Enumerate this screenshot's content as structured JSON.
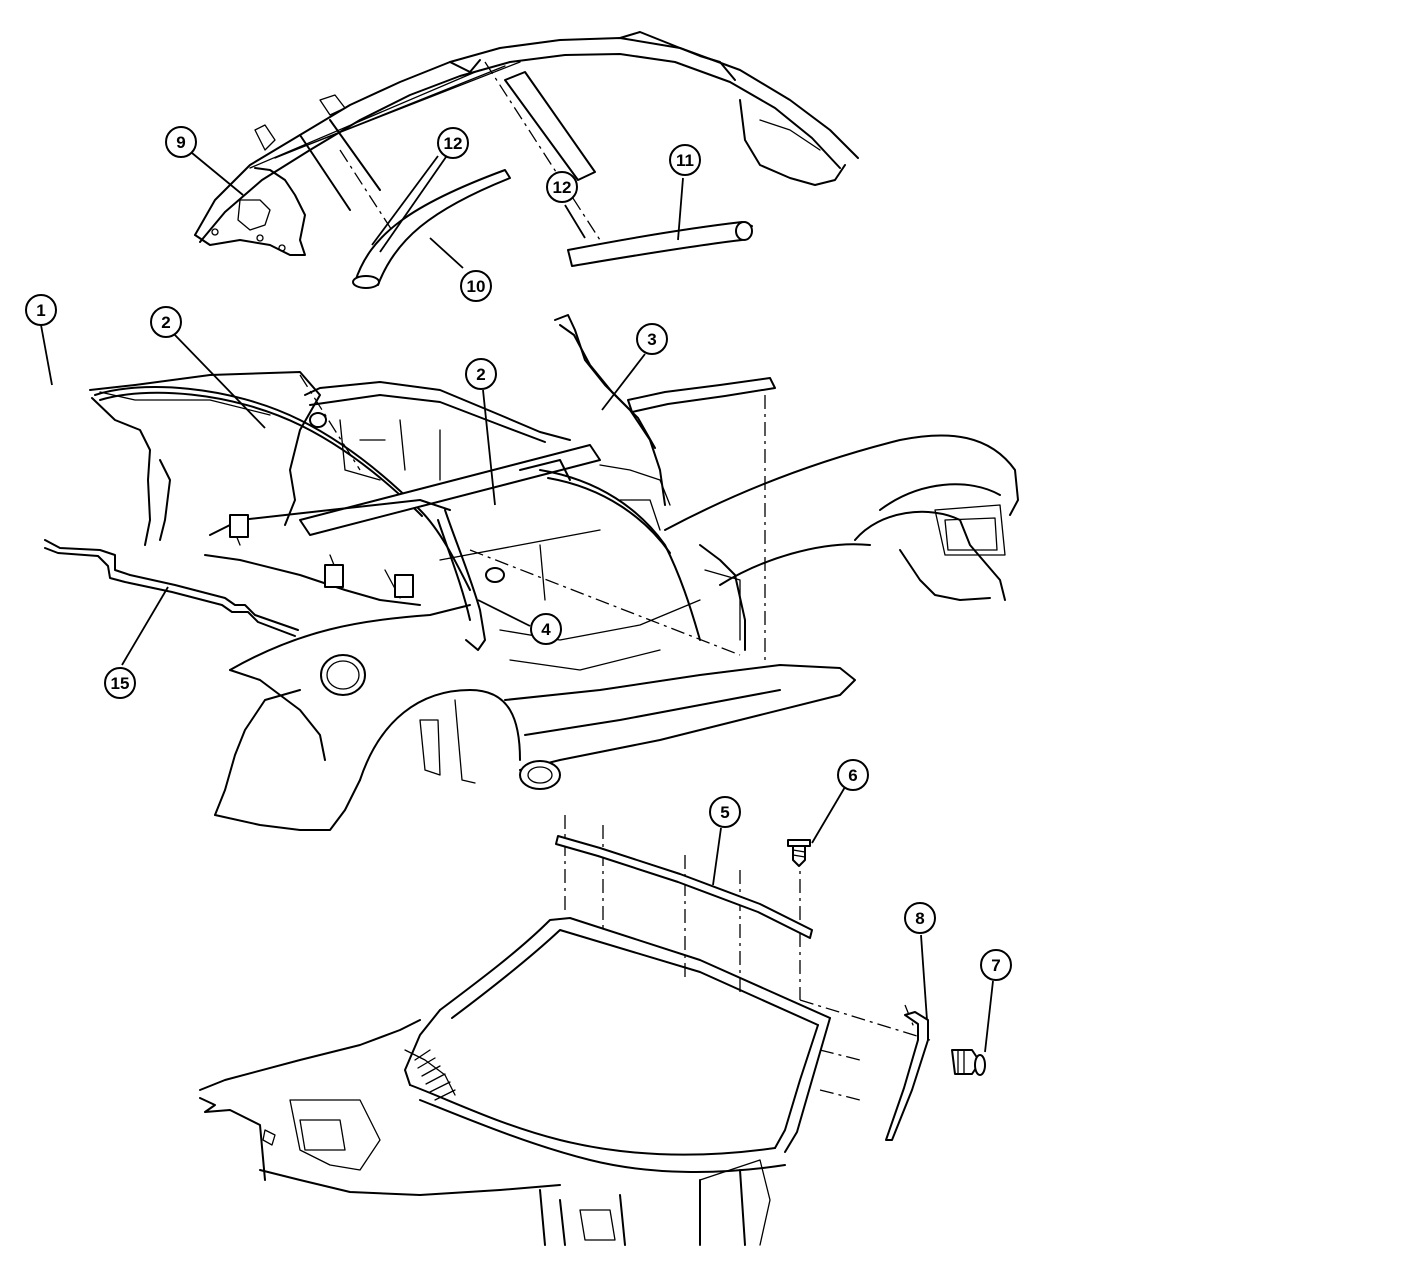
{
  "diagram": {
    "colors": {
      "ink": "#000000",
      "paper": "#ffffff"
    },
    "callouts": [
      {
        "id": "c1",
        "label": "1"
      },
      {
        "id": "c2a",
        "label": "2"
      },
      {
        "id": "c2b",
        "label": "2"
      },
      {
        "id": "c3",
        "label": "3"
      },
      {
        "id": "c4",
        "label": "4"
      },
      {
        "id": "c5",
        "label": "5"
      },
      {
        "id": "c6",
        "label": "6"
      },
      {
        "id": "c7",
        "label": "7"
      },
      {
        "id": "c8",
        "label": "8"
      },
      {
        "id": "c9",
        "label": "9"
      },
      {
        "id": "c10",
        "label": "10"
      },
      {
        "id": "c11",
        "label": "11"
      },
      {
        "id": "c12a",
        "label": "12"
      },
      {
        "id": "c12b",
        "label": "12"
      },
      {
        "id": "c15",
        "label": "15"
      }
    ]
  }
}
